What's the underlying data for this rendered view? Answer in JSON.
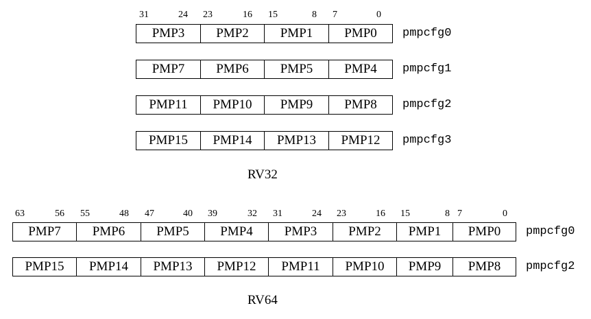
{
  "rv32": {
    "caption": "RV32",
    "bit_labels": [
      {
        "text": "31"
      },
      {
        "text": "24"
      },
      {
        "text": "23"
      },
      {
        "text": "16"
      },
      {
        "text": "15"
      },
      {
        "text": "8"
      },
      {
        "text": "7"
      },
      {
        "text": "0"
      }
    ],
    "registers": [
      {
        "name": "pmpcfg0",
        "fields": [
          "PMP3",
          "PMP2",
          "PMP1",
          "PMP0"
        ]
      },
      {
        "name": "pmpcfg1",
        "fields": [
          "PMP7",
          "PMP6",
          "PMP5",
          "PMP4"
        ]
      },
      {
        "name": "pmpcfg2",
        "fields": [
          "PMP11",
          "PMP10",
          "PMP9",
          "PMP8"
        ]
      },
      {
        "name": "pmpcfg3",
        "fields": [
          "PMP15",
          "PMP14",
          "PMP13",
          "PMP12"
        ]
      }
    ]
  },
  "rv64": {
    "caption": "RV64",
    "bit_labels": [
      {
        "text": "63"
      },
      {
        "text": "56"
      },
      {
        "text": "55"
      },
      {
        "text": "48"
      },
      {
        "text": "47"
      },
      {
        "text": "40"
      },
      {
        "text": "39"
      },
      {
        "text": "32"
      },
      {
        "text": "31"
      },
      {
        "text": "24"
      },
      {
        "text": "23"
      },
      {
        "text": "16"
      },
      {
        "text": "15"
      },
      {
        "text": "8"
      },
      {
        "text": "7"
      },
      {
        "text": "0"
      }
    ],
    "registers": [
      {
        "name": "pmpcfg0",
        "fields": [
          "PMP7",
          "PMP6",
          "PMP5",
          "PMP4",
          "PMP3",
          "PMP2",
          "PMP1",
          "PMP0"
        ]
      },
      {
        "name": "pmpcfg2",
        "fields": [
          "PMP15",
          "PMP14",
          "PMP13",
          "PMP12",
          "PMP11",
          "PMP10",
          "PMP9",
          "PMP8"
        ]
      }
    ]
  }
}
